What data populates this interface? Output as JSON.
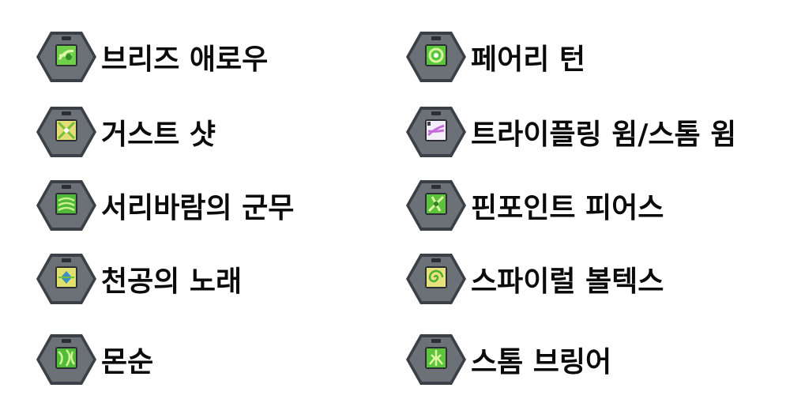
{
  "accent_colors": {
    "hex_outer": "#474c52",
    "hex_inner": "#6a7076",
    "tile_green": "#5bbf3a",
    "tile_yellow": "#e2dc6a",
    "tile_purple": "#c26bd6"
  },
  "skills": [
    {
      "name": "브리즈 애로우",
      "icon": "breeze-arrow-icon",
      "tint": "green"
    },
    {
      "name": "페어리 턴",
      "icon": "fairy-turn-icon",
      "tint": "green"
    },
    {
      "name": "거스트 샷",
      "icon": "gust-shot-icon",
      "tint": "yellow"
    },
    {
      "name": "트라이플링 윔/스톰 윔",
      "icon": "trifling-whim-icon",
      "tint": "purple"
    },
    {
      "name": "서리바람의 군무",
      "icon": "frost-wind-dance-icon",
      "tint": "green"
    },
    {
      "name": "핀포인트 피어스",
      "icon": "pinpoint-pierce-icon",
      "tint": "green"
    },
    {
      "name": "천공의 노래",
      "icon": "song-of-heaven-icon",
      "tint": "yellow"
    },
    {
      "name": "스파이럴 볼텍스",
      "icon": "spiral-vortex-icon",
      "tint": "yellow"
    },
    {
      "name": "몬순",
      "icon": "monsoon-icon",
      "tint": "green"
    },
    {
      "name": "스톰 브링어",
      "icon": "storm-bringer-icon",
      "tint": "green"
    }
  ]
}
